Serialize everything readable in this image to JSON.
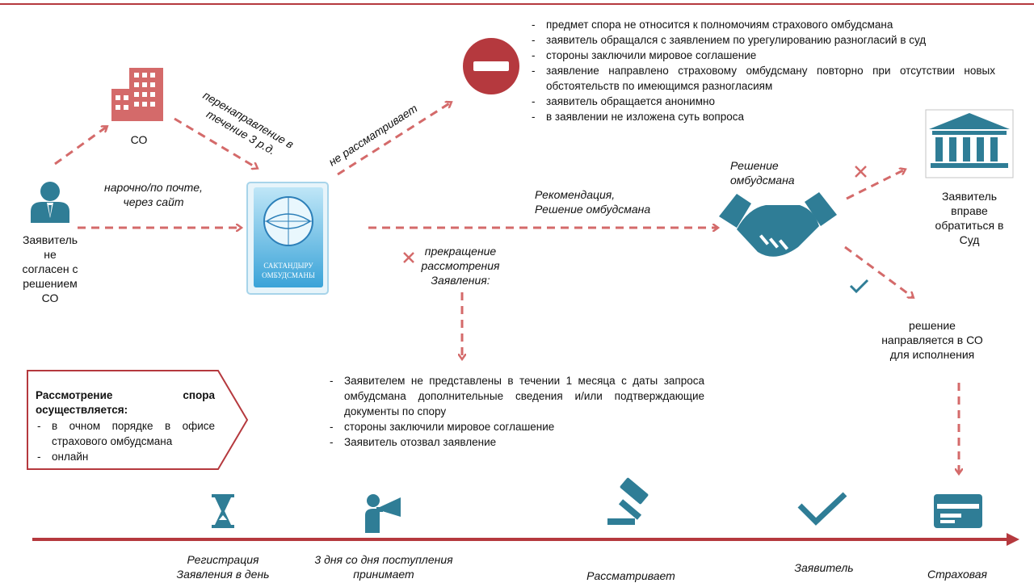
{
  "labels": {
    "so": "СО",
    "applicant": [
      "Заявитель",
      "не",
      "согласен с",
      "решением",
      "СО"
    ],
    "redirect": [
      "перенаправление в",
      "течение 3 р.д."
    ],
    "not_consider": "не рассматривает",
    "by_hand": [
      "нарочно/по почте,",
      "через сайт"
    ],
    "recommendation": [
      "Рекомендация,",
      "Решение омбудсмана"
    ],
    "decision": [
      "Решение",
      "омбудсмана"
    ],
    "termination": [
      "прекращение",
      "рассмотрения",
      "Заявления:"
    ],
    "right_court": [
      "Заявитель",
      "вправе",
      "обратиться в",
      "Суд"
    ],
    "sent_to_so": [
      "решение",
      "направляется в СО",
      "для исполнения"
    ],
    "logo_text": [
      "САКТАНДЫРУ",
      "ОМБУДСМАНЫ"
    ]
  },
  "reject_reasons": [
    "предмет спора не относится к полномочиям страхового омбудсмана",
    "заявитель обращался с заявлением по урегулированию разногласий в суд",
    "стороны заключили мировое соглашение",
    "заявление направлено страховому омбудсману повторно при отсутствии новых обстоятельств по имеющимся разногласиям",
    "заявитель обращается анонимно",
    "в заявлении не изложена суть вопроса"
  ],
  "termination_reasons": [
    "Заявителем не представлены в течении 1 месяца с даты запроса омбудсмана дополнительные сведения и/или подтверждающие документы по спору",
    "стороны заключили мировое соглашение",
    "Заявитель отозвал заявление"
  ],
  "review_box": {
    "title": "Рассмотрение спора осуществляется:",
    "items": [
      "в очном порядке в офисе страхового омбудсмана",
      "онлайн"
    ]
  },
  "timeline": [
    "Регистрация Заявления в день",
    "3 дня со дня поступления принимает",
    "Рассматривает",
    "Заявитель",
    "Страховая"
  ],
  "colors": {
    "accent": "#b5393e",
    "icon": "#2f7d96",
    "accent_light": "#d46a6a"
  }
}
